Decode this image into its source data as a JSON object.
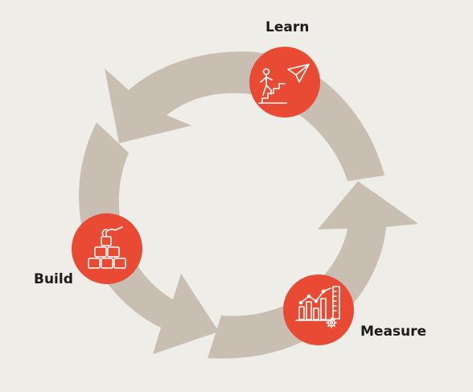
{
  "colors": {
    "background": "#efede8",
    "arrow": "#c8bfb2",
    "node": "#e84a33",
    "icon_line": "#ffffff",
    "label_text": "#1c1c1c"
  },
  "cycle": {
    "stages": [
      {
        "id": "learn",
        "label": "Learn",
        "icon": "person-climbing-stairs-paper-plane-icon"
      },
      {
        "id": "build",
        "label": "Build",
        "icon": "hand-stacking-blocks-icon"
      },
      {
        "id": "measure",
        "label": "Measure",
        "icon": "bar-chart-ruler-gear-icon"
      }
    ]
  }
}
